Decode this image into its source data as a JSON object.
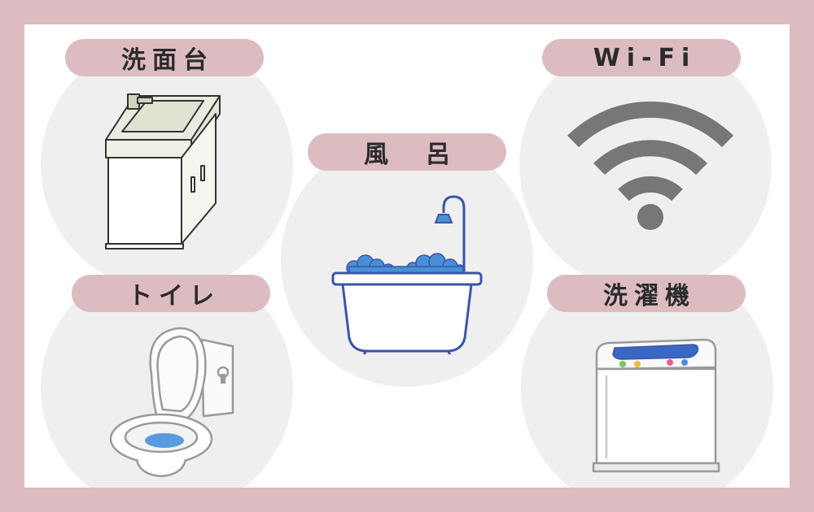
{
  "colors": {
    "background": "#ddbcc1",
    "panel": "#ffffff",
    "circle": "#efefef",
    "label_pill": "#ddbcc1",
    "label_text": "#2b2b2b",
    "wifi": "#777777",
    "bath_outline": "#3a56a6",
    "bubbles": "#4a8fd6"
  },
  "items": {
    "sink": {
      "label": "洗面台",
      "icon": "sink-icon"
    },
    "wifi": {
      "label": "Wi-Fi",
      "icon": "wifi-icon"
    },
    "bath": {
      "label": "風　呂",
      "icon": "bathtub-icon"
    },
    "toilet": {
      "label": "トイレ",
      "icon": "toilet-icon"
    },
    "washer": {
      "label": "洗濯機",
      "icon": "washing-machine-icon"
    }
  }
}
